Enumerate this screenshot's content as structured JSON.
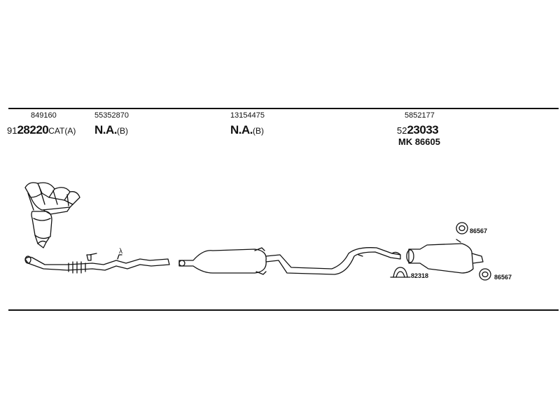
{
  "parts_header": [
    {
      "code": "849160",
      "main_prefix": "91",
      "main_core": "28220",
      "main_suffix": "CAT(A)"
    },
    {
      "code": "55352870",
      "main_core": "N.A.",
      "main_suffix": "(B)"
    },
    {
      "code": "13154475",
      "main_core": "N.A.",
      "main_suffix": "(B)"
    },
    {
      "code": "5852177",
      "main_prefix": "52",
      "main_core": "23033",
      "extra": "MK 86605"
    }
  ],
  "diagram_labels": {
    "lambda": "λ",
    "hanger_top": "86567",
    "clamp": "82318",
    "hanger_bottom": "86567"
  },
  "colors": {
    "line": "#111111",
    "paper": "#ffffff"
  }
}
